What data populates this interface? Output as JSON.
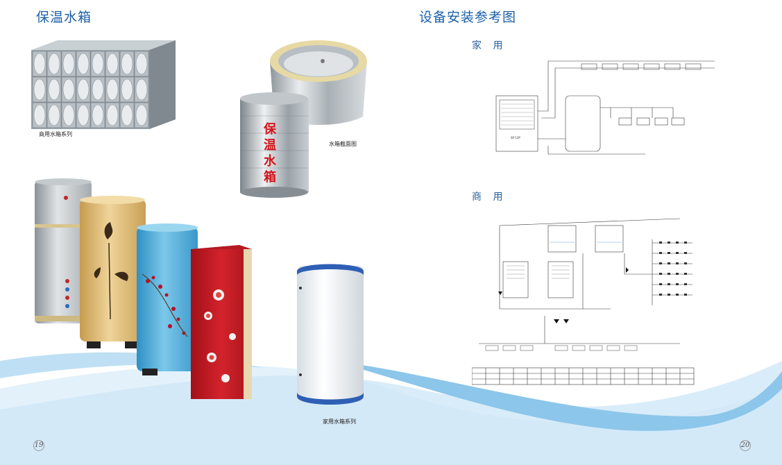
{
  "left_page": {
    "title": "保温水箱",
    "captions": {
      "commercial_series": "商用水箱系列",
      "cross_section": "水箱截面图",
      "home_series": "家用水箱系列"
    },
    "tank_lettering": [
      "保",
      "温",
      "水",
      "箱"
    ],
    "page_number": "19"
  },
  "right_page": {
    "title": "设备安装参考图",
    "home_heading": "家 用",
    "commercial_heading": "商 用",
    "page_number": "20"
  },
  "colors": {
    "title_blue": "#1a5fa8",
    "wave_light": "#e3f1fb",
    "wave_mid": "#bfe0f4",
    "wave_deep": "#8cc6ea"
  }
}
